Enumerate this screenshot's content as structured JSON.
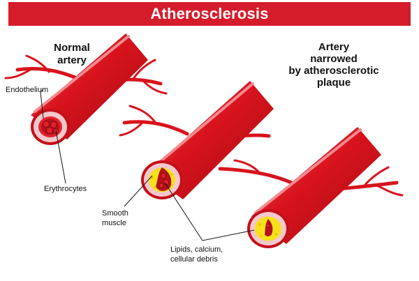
{
  "title": "Atherosclerosis",
  "colors": {
    "title_bar": "#d51c2b",
    "artery": "#d8131d",
    "artery_highlight": "#f0646b",
    "wall_pink": "#f6c7cc",
    "lumen": "#b5121b",
    "plaque": "#f7e11a"
  },
  "headings": {
    "normal_line1": "Normal",
    "normal_line2": "artery",
    "narrowed_line1": "Artery",
    "narrowed_line2": "narrowed",
    "narrowed_line3": "by atherosclerotic",
    "narrowed_line4": "plaque"
  },
  "labels": {
    "endothelium": "Endothelium",
    "erythrocytes": "Erythrocytes",
    "smooth_muscle_line1": "Smooth",
    "smooth_muscle_line2": "muscle",
    "lipids_line1": "Lipids, calcium,",
    "lipids_line2": "cellular debris"
  }
}
